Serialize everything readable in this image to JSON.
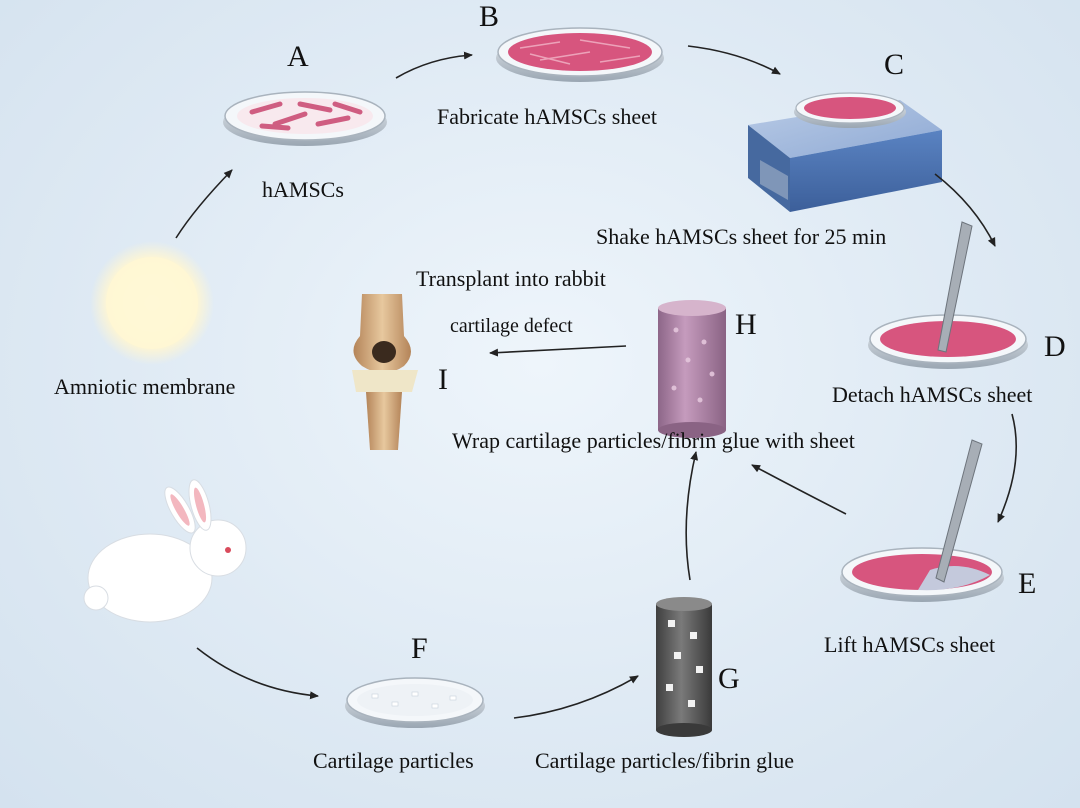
{
  "steps": {
    "a": {
      "letter": "A",
      "caption": "hAMSCs"
    },
    "b": {
      "letter": "B",
      "caption": "Fabricate hAMSCs sheet"
    },
    "c": {
      "letter": "C",
      "caption": "Shake hAMSCs sheet for 25 min"
    },
    "d": {
      "letter": "D",
      "caption": "Detach hAMSCs sheet"
    },
    "e": {
      "letter": "E",
      "caption": "Lift hAMSCs sheet"
    },
    "f": {
      "letter": "F",
      "caption": "Cartilage particles"
    },
    "g": {
      "letter": "G",
      "caption": "Cartilage particles/fibrin glue"
    },
    "h": {
      "letter": "H",
      "caption": "Wrap cartilage particles/fibrin glue with  sheet"
    },
    "i": {
      "letter": "I",
      "caption_line1": "Transplant into rabbit",
      "caption_line2": "cartilage defect"
    }
  },
  "source": {
    "caption": "Amniotic membrane"
  },
  "icons": {
    "amniotic_membrane": "glowing-disc-icon",
    "petri_dish": "petri-dish-icon",
    "shaker": "orbital-shaker-icon",
    "forceps": "forceps-icon",
    "tube": "cylinder-scaffold-icon",
    "knee": "knee-joint-icon",
    "rabbit": "rabbit-icon"
  },
  "colors": {
    "cells": "#c9456e",
    "sheet_tube": "#b98aa8",
    "glue_tube": "#5e5e5e",
    "shaker_body": "#4f76b4",
    "membrane": "#fff8d8"
  }
}
